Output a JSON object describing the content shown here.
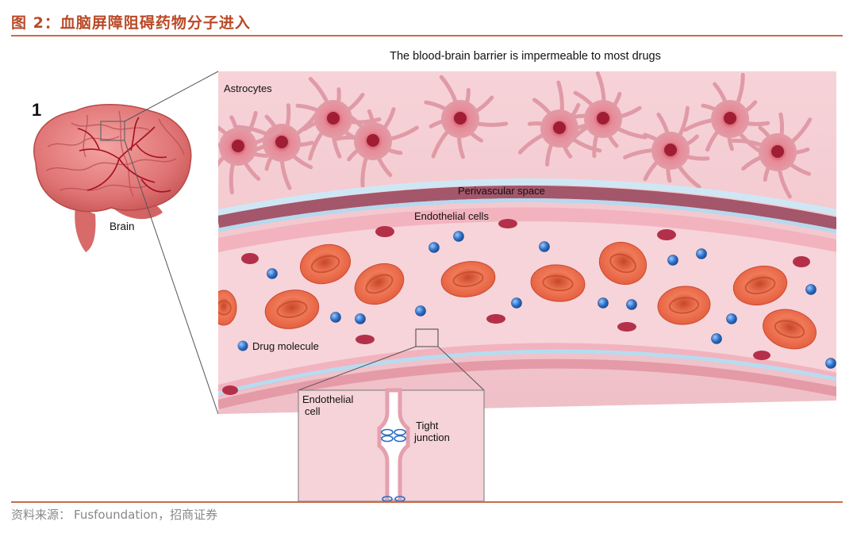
{
  "figure_title": "图 2：血脑屏障阻碍药物分子进入",
  "diagram": {
    "panel_number": "1",
    "main_caption": "The blood-brain barrier is impermeable to most drugs",
    "labels": {
      "astrocytes": "Astrocytes",
      "perivascular_space": "Perivascular space",
      "endothelial_cells": "Endothelial cells",
      "brain": "Brain",
      "drug_molecule": "Drug molecule",
      "endothelial_cell_line1": "Endothelial",
      "endothelial_cell_line2": "cell",
      "tight_junction_line1": "Tight",
      "tight_junction_line2": "junction"
    }
  },
  "source": {
    "label": "资料来源：",
    "text": "Fusfoundation，招商证券"
  },
  "colors": {
    "title": "#b94a28",
    "rule": "#c96b4a",
    "tissue_pink": "#f2c7cf",
    "vessel_wall": "#e59aa8",
    "rbc": "#e4603f",
    "drug_blue": "#2f6fc4",
    "membrane_blue": "#a9d4ee"
  }
}
